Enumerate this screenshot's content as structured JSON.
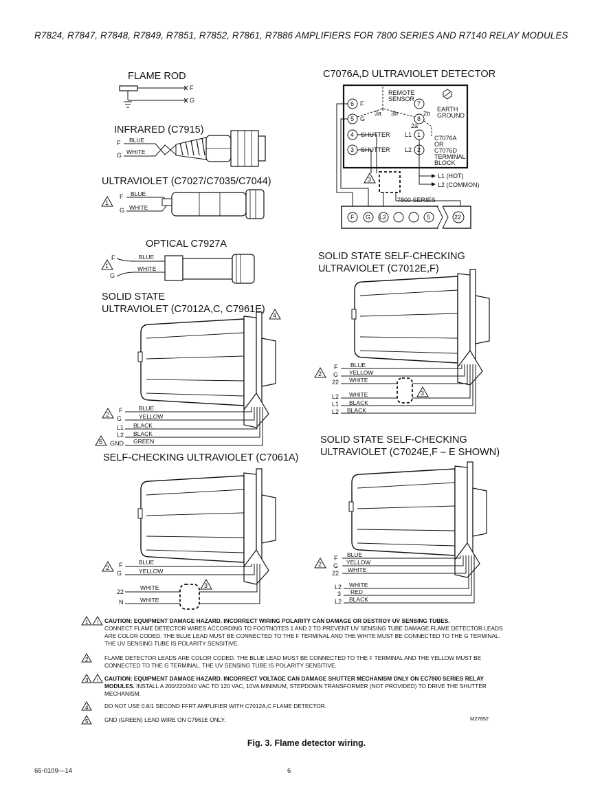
{
  "header": "R7824, R7847, R7848, R7849, R7851, R7852, R7861, R7886 AMPLIFIERS FOR 7800 SERIES AND R7140 RELAY MODULES",
  "detectors": {
    "flame_rod": {
      "title": "FLAME ROD",
      "f": "F",
      "g": "G"
    },
    "infrared": {
      "title": "INFRARED (C7915)",
      "f": "F",
      "g": "G",
      "blue": "BLUE",
      "white": "WHITE"
    },
    "ultraviolet": {
      "title": "ULTRAVIOLET (C7027/C7035/C7044)",
      "f": "F",
      "g": "G",
      "blue": "BLUE",
      "white": "WHITE",
      "note": "1"
    },
    "optical": {
      "title": "OPTICAL C7927A",
      "f": "F",
      "g": "G",
      "blue": "BLUE",
      "white": "WHITE",
      "note": "1"
    },
    "solid_state": {
      "title1": "SOLID STATE",
      "title2": "ULTRAVIOLET (C7012A,C, C7961E)",
      "note4": "4",
      "wires": [
        {
          "term": "F",
          "label": "BLUE"
        },
        {
          "term": "G",
          "label": "YELLOW"
        },
        {
          "term": "L1",
          "label": "BLACK"
        },
        {
          "term": "L2",
          "label": "BLACK"
        },
        {
          "term": "GND",
          "label": "GREEN"
        }
      ],
      "note2": "2",
      "note5": "5"
    },
    "self_checking": {
      "title": "SELF-CHECKING ULTRAVIOLET (C7061A)",
      "wires": [
        {
          "term": "F",
          "label": "BLUE"
        },
        {
          "term": "G",
          "label": "YELLOW"
        },
        {
          "term": "22",
          "label": "WHITE"
        },
        {
          "term": "N",
          "label": "WHITE"
        }
      ],
      "note2": "2",
      "note3": "3"
    },
    "c7076": {
      "title": "C7076A,D ULTRAVIOLET DETECTOR",
      "remote1": "REMOTE",
      "remote2": "SENSOR",
      "earth1": "EARTH",
      "earth2": "GROUND",
      "t6": "6",
      "t7": "7",
      "t5": "5",
      "t8": "8",
      "t4": "4",
      "t1": "1",
      "t3": "3",
      "t2": "2",
      "f": "F",
      "g": "G",
      "l1": "L1",
      "l2": "L2",
      "shutter1": "SHUTTER",
      "shutter2": "SHUTTER",
      "j3a": "3a",
      "j3b": "3b",
      "j2b": "2b",
      "j2a": "2a",
      "block": [
        "C7076A",
        "OR",
        "C7076D",
        "TERMINAL",
        "BLOCK"
      ],
      "hot": "L1 (HOT)",
      "common": "L2 (COMMON)",
      "series": "7800 SERIES",
      "terminals": [
        "F",
        "G",
        "L2",
        "",
        "",
        "5",
        "22"
      ],
      "note3": "3"
    },
    "c7012ef": {
      "title1": "SOLID STATE SELF-CHECKING",
      "title2": "ULTRAVIOLET (C7012E,F)",
      "wires": [
        {
          "term": "F",
          "label": "BLUE"
        },
        {
          "term": "G",
          "label": "YELLOW"
        },
        {
          "term": "22",
          "label": "WHITE"
        },
        {
          "term": "L2",
          "label": "WHITE"
        },
        {
          "term": "L1",
          "label": "BLACK"
        },
        {
          "term": "L2",
          "label": "BLACK"
        }
      ],
      "note2": "2",
      "note3": "3"
    },
    "c7024ef": {
      "title1": "SOLID STATE SELF-CHECKING",
      "title2": "ULTRAVIOLET (C7024E,F – E SHOWN)",
      "wires": [
        {
          "term": "F",
          "label": "BLUE"
        },
        {
          "term": "G",
          "label": "YELLOW"
        },
        {
          "term": "22",
          "label": "WHITE"
        },
        {
          "term": "L2",
          "label": "WHITE"
        },
        {
          "term": "3",
          "label": "RED"
        },
        {
          "term": "L2",
          "label": "BLACK"
        }
      ],
      "note2": "2"
    }
  },
  "notes": [
    {
      "num": "1",
      "bold": "CAUTION: EQUIPMENT DAMAGE HAZARD. INCORRECT WIRING POLARITY CAN DAMAGE OR DESTROY UV SENSING TUBES.",
      "text": "CONNECT FLAME DETECTOR WIRES ACCORDING TO FOOTNOTES 1 AND 2 TO PREVENT UV SENSING TUBE DAMAGE.FLAME DETECTOR LEADS ARE COLOR CODED.  THE BLUE LEAD MUST BE CONNECTED TO THE F TERMINAL AND THE WHITE MUST BE CONNECTED TO THE G TERMINAL.  THE UV SENSING TUBE IS POLARITY SENSITIVE."
    },
    {
      "num": "2",
      "bold": "",
      "text": "FLAME DETECTOR LEADS ARE COLOR CODED.  THE BLUE LEAD MUST BE CONNECTED TO THE F TERMINAL AND THE YELLOW MUST BE CONNECTED TO THE G TERMINAL.  THE UV SENSING TUBE IS POLARITY SENSITIVE."
    },
    {
      "num": "3",
      "bold": "CAUTION: EQUIPMENT DAMAGE HAZARD. INCORRECT VOLTAGE CAN DAMAGE SHUTTER MECHANISM ONLY ON EC7800 SERIES RELAY MODULES.",
      "text": "INSTALL A 200/220/240 VAC TO 120 VAC, 10VA MINIMUM, STEPDOWN TRANSFORMER (NOT PROVIDED) TO DRIVE THE SHUTTER MECHANISM."
    },
    {
      "num": "4",
      "bold": "",
      "text": "DO NOT USE 0.8/1 SECOND FFRT AMPLIFIER WITH C7012A,C FLAME DETECTOR."
    },
    {
      "num": "5",
      "bold": "",
      "text": "GND (GREEN) LEAD WIRE ON C7961E ONLY."
    }
  ],
  "mcode": "M27852",
  "caption": "Fig. 3. Flame detector wiring.",
  "doc_number": "65-0109—14",
  "page_number": "6"
}
